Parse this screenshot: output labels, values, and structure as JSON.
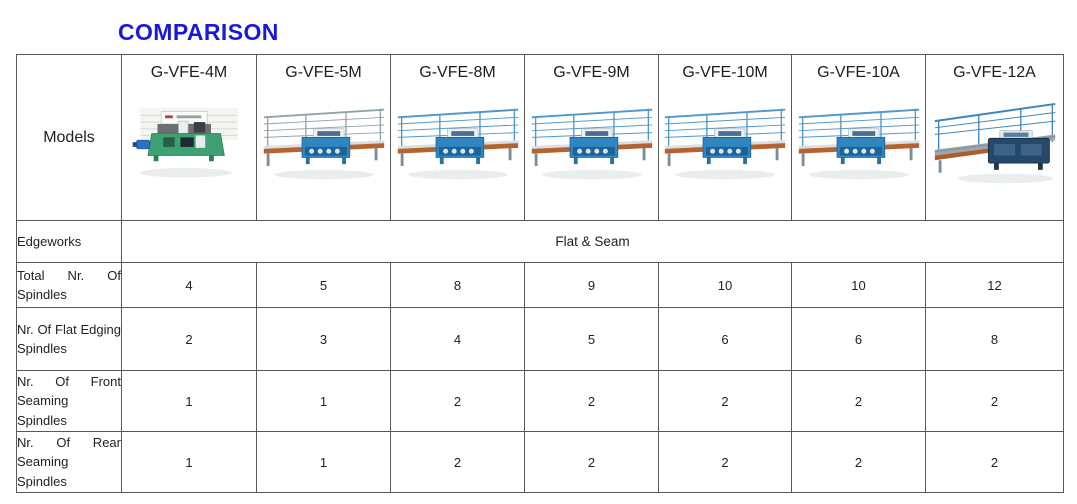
{
  "title": "COMPARISON",
  "accent_color": "#1a18dd",
  "table": {
    "corner_label": "Models",
    "models": [
      {
        "name": "G-VFE-4M",
        "image": "green-edging-machine-photo"
      },
      {
        "name": "G-VFE-5M",
        "image": "blue-edging-machine-gray-railing-photo"
      },
      {
        "name": "G-VFE-8M",
        "image": "blue-edging-machine-photo"
      },
      {
        "name": "G-VFE-9M",
        "image": "blue-edging-machine-photo"
      },
      {
        "name": "G-VFE-10M",
        "image": "blue-edging-machine-photo"
      },
      {
        "name": "G-VFE-10A",
        "image": "blue-edging-machine-photo"
      },
      {
        "name": "G-VFE-12A",
        "image": "dark-blue-edging-machine-photo"
      }
    ],
    "edgeworks_row": {
      "label": "Edgeworks",
      "value": "Flat & Seam"
    },
    "spec_rows": [
      {
        "label": "Total Nr. Of Spindles",
        "values": [
          "4",
          "5",
          "8",
          "9",
          "10",
          "10",
          "12"
        ]
      },
      {
        "label": "Nr. Of Flat Edging Spindles",
        "values": [
          "2",
          "3",
          "4",
          "5",
          "6",
          "6",
          "8"
        ]
      },
      {
        "label": "Nr. Of Front Seaming Spindles",
        "values": [
          "1",
          "1",
          "2",
          "2",
          "2",
          "2",
          "2"
        ]
      },
      {
        "label": "Nr. Of Rear Seaming Spindles",
        "values": [
          "1",
          "1",
          "2",
          "2",
          "2",
          "2",
          "2"
        ]
      }
    ]
  }
}
